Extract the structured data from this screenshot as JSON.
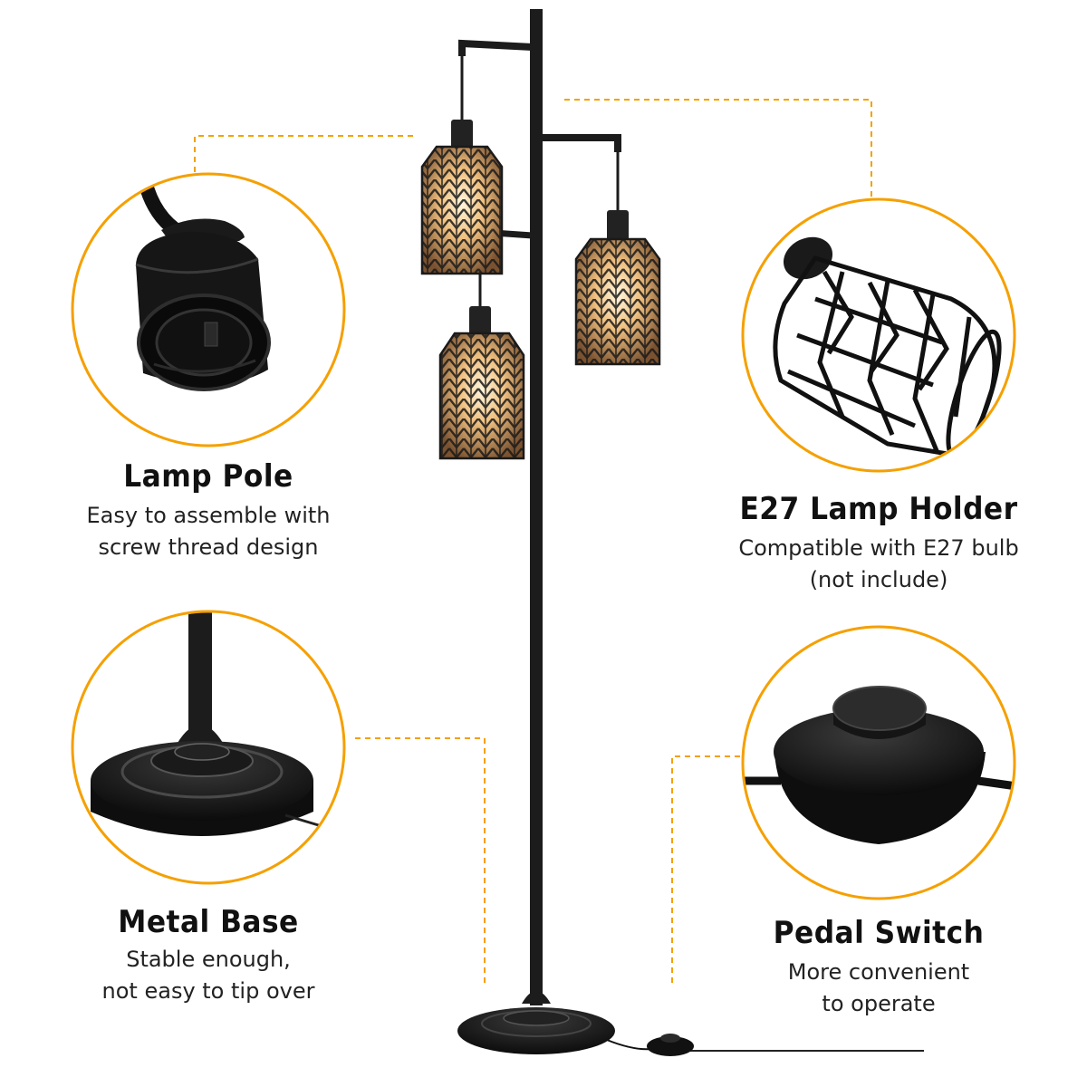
{
  "colors": {
    "accent": "#f5a000",
    "product": "#141414",
    "glow": "#f0c080"
  },
  "features": {
    "lamp_pole": {
      "title": "Lamp Pole",
      "desc": [
        "Easy to assemble with",
        "screw thread design"
      ]
    },
    "lamp_holder": {
      "title": "E27 Lamp Holder",
      "desc": [
        "Compatible with E27 bulb",
        "(not include)"
      ]
    },
    "metal_base": {
      "title": "Metal Base",
      "desc": [
        "Stable enough,",
        "not easy to tip over"
      ]
    },
    "pedal_switch": {
      "title": "Pedal Switch",
      "desc": [
        "More convenient",
        "to operate"
      ]
    }
  }
}
